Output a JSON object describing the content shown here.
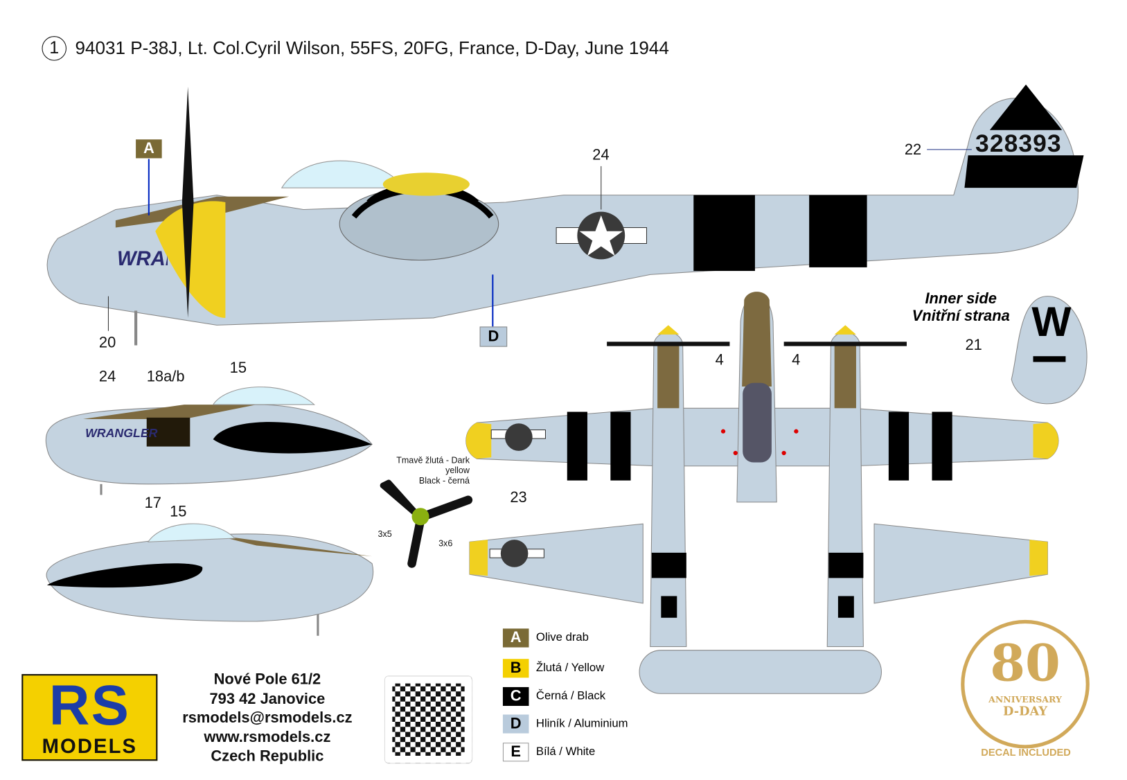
{
  "title": {
    "number": "1",
    "text": "94031 P-38J, Lt. Col.Cyril Wilson, 55FS, 20FG, France, D-Day, June 1944"
  },
  "callouts": {
    "c24a": "24",
    "c22": "22",
    "c20": "20",
    "c21": "21",
    "c24b": "24",
    "c18": "18a/b",
    "c15a": "15",
    "c17": "17",
    "c15b": "15",
    "c4a": "4",
    "c4b": "4",
    "c23": "23",
    "A": "A",
    "D": "D"
  },
  "tail_serial": "328393",
  "tail_letter": "W",
  "nose_art": "WRANGLER",
  "inner_side": {
    "en": "Inner side",
    "cz": "Vnitřní strana"
  },
  "propeller": {
    "note1": "Tmavě žlutá - Dark yellow",
    "note2": "Black - černá",
    "count1": "3x5",
    "count2": "3x6"
  },
  "legend": [
    {
      "code": "A",
      "label": "Olive drab",
      "color": "#7a6a35",
      "text": "#fff"
    },
    {
      "code": "B",
      "label": "Žlutá / Yellow",
      "color": "#f4d000",
      "text": "#000"
    },
    {
      "code": "C",
      "label": "Černá / Black",
      "color": "#000000",
      "text": "#fff"
    },
    {
      "code": "D",
      "label": "Hliník / Aluminium",
      "color": "#b9cbdc",
      "text": "#000"
    },
    {
      "code": "E",
      "label": "Bílá / White",
      "color": "#ffffff",
      "text": "#000"
    }
  ],
  "address": [
    "Nové Pole 61/2",
    "793 42 Janovice",
    "rsmodels@rsmodels.cz",
    "www.rsmodels.cz",
    "Czech Republic"
  ],
  "logo": {
    "letters": "RS",
    "sub": "MODELS"
  },
  "badge": {
    "number": "80",
    "line1": "ANNIVERSARY",
    "line2": "D-DAY",
    "line3": "DECAL INCLUDED"
  }
}
